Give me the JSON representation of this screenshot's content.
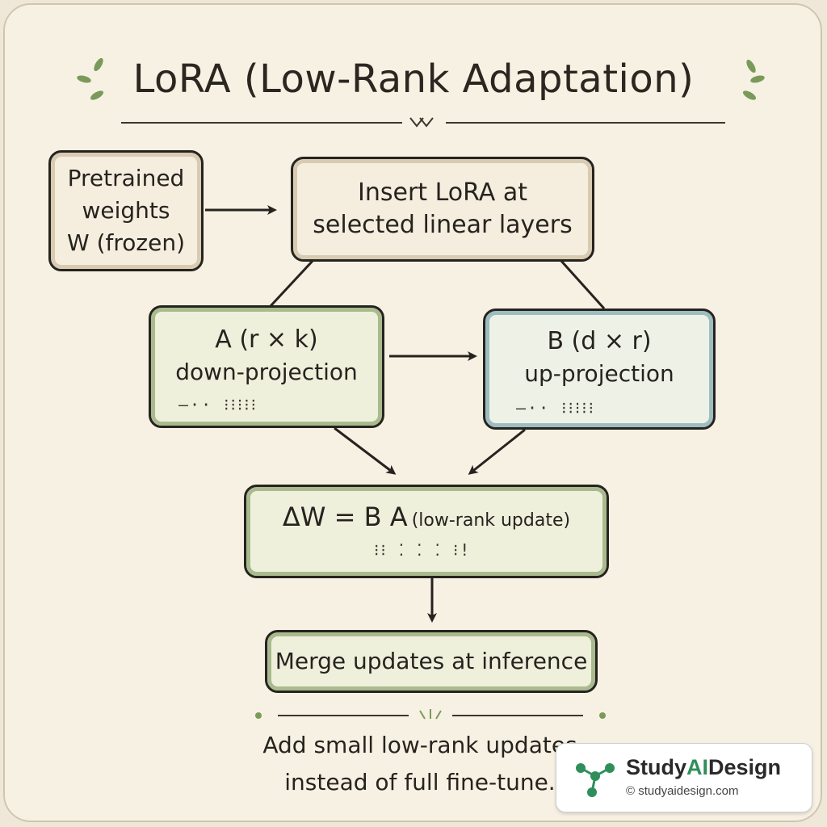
{
  "title": "LoRA (Low-Rank Adaptation)",
  "nodes": {
    "pretrained": {
      "lines": [
        "Pretrained",
        "weights",
        "W (frozen)"
      ]
    },
    "insert": {
      "lines": [
        "Insert LoRA at",
        "selected linear layers"
      ]
    },
    "a_matrix": {
      "lines": [
        "A (r × k)",
        "down-projection"
      ],
      "dots": "—··        ⁝⁝⁝⁝⁝"
    },
    "b_matrix": {
      "lines": [
        "B (d × r)",
        "up-projection"
      ],
      "dots": "—··       ⁝⁝⁝⁝⁝"
    },
    "delta": {
      "main": "ΔW = B A",
      "note": "(low-rank update)",
      "dots": "⁝⁝ ⁚ ⁚ ⁚ ⁝!"
    },
    "merge": {
      "lines": [
        "Merge updates at inference"
      ]
    }
  },
  "caption": {
    "lines": [
      "Add small low-rank updates",
      "instead of full fine-tune."
    ]
  },
  "badge": {
    "brand_prefix": "Study",
    "brand_ai": "AI",
    "brand_suffix": "Design",
    "url": "© studyaidesign.com",
    "icon": "network-nodes-icon"
  },
  "colors": {
    "accent_green": "#2f8f5b",
    "leaf": "#7a9a5a",
    "ink": "#26231f",
    "paper": "#f7f1e3"
  }
}
